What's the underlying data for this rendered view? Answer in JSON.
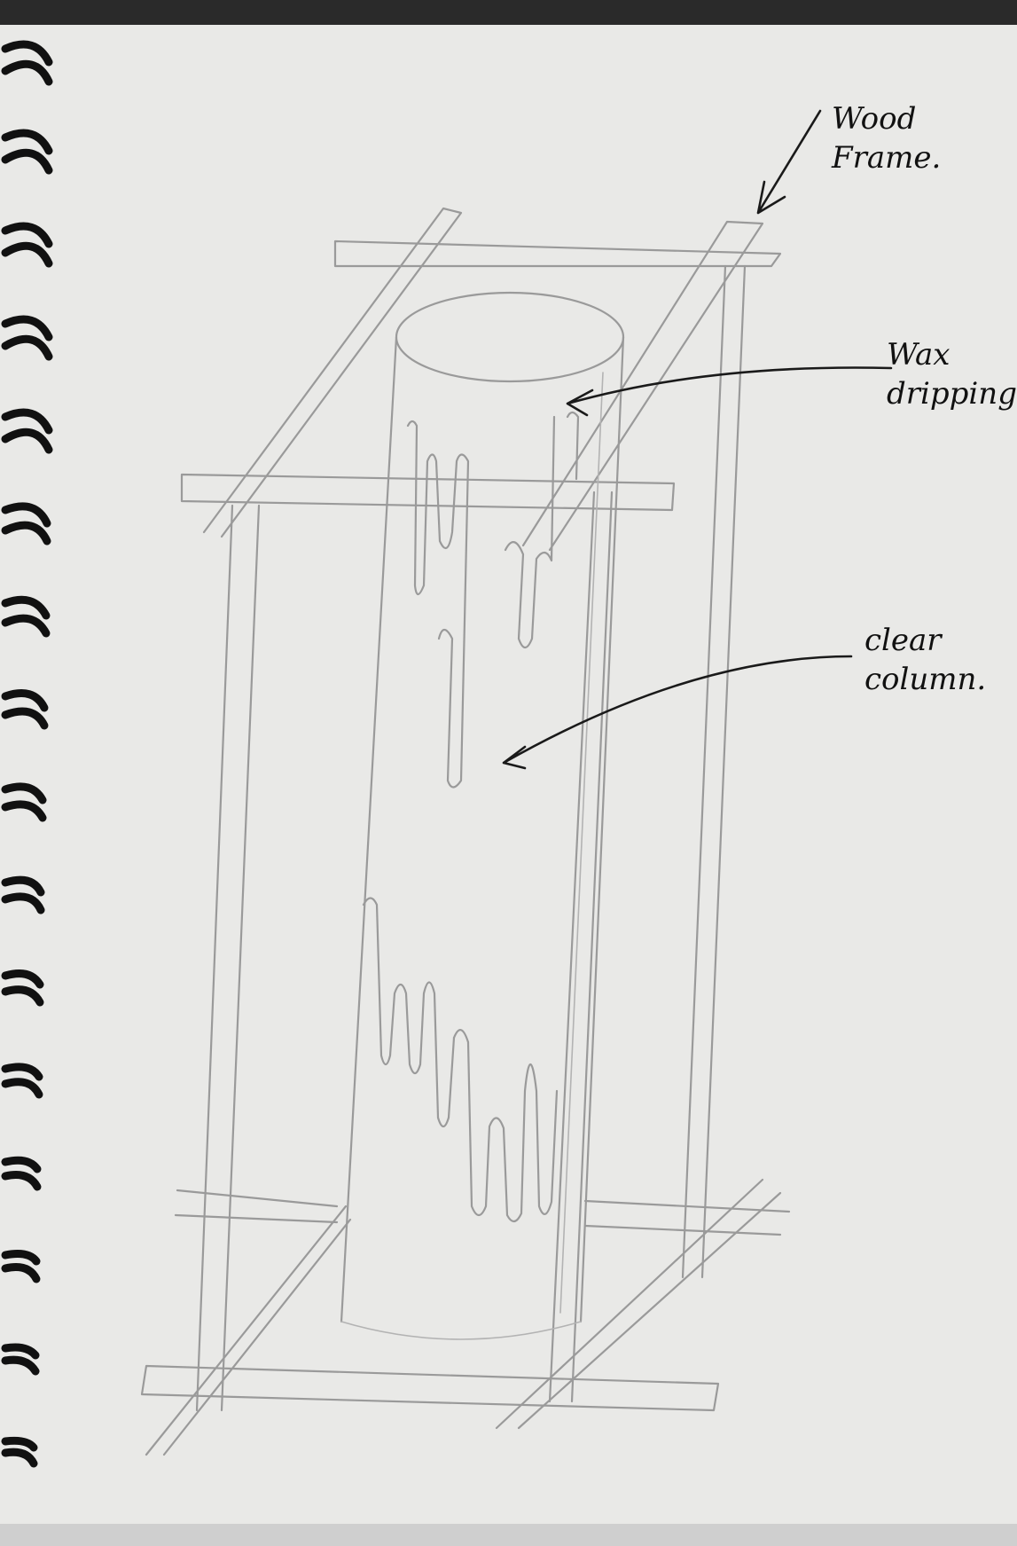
{
  "annotations": {
    "wood_frame": "Wood\nFrame.",
    "wax_dripping": "Wax\ndripping",
    "clear_column": "clear\ncolumn."
  },
  "colors": {
    "paper": "#e9e9e7",
    "pencil": "#9a9a9a",
    "ink": "#1a1a1a",
    "binding": "#111111"
  }
}
